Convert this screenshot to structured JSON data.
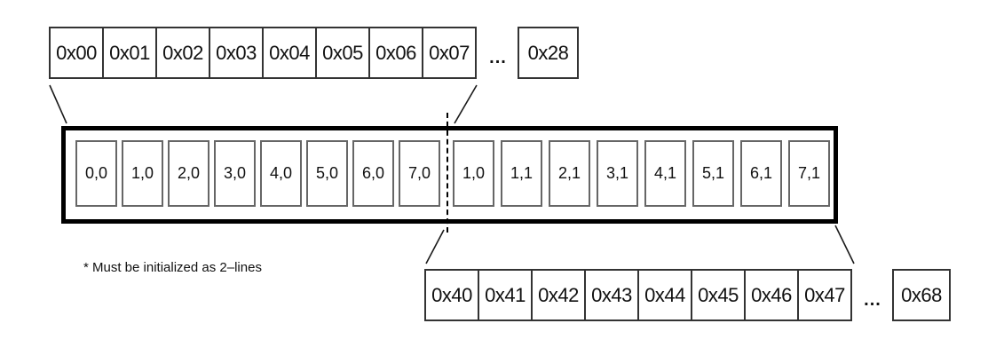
{
  "memory_row_top": {
    "cells": [
      "0x00",
      "0x01",
      "0x02",
      "0x03",
      "0x04",
      "0x05",
      "0x06",
      "0x07"
    ],
    "ellipsis": "...",
    "extra": "0x28"
  },
  "cache": {
    "cells_left": [
      "0,0",
      "1,0",
      "2,0",
      "3,0",
      "4,0",
      "5,0",
      "6,0",
      "7,0"
    ],
    "cells_right": [
      "1,0",
      "1,1",
      "2,1",
      "3,1",
      "4,1",
      "5,1",
      "6,1",
      "7,1"
    ]
  },
  "memory_row_bottom": {
    "cells": [
      "0x40",
      "0x41",
      "0x42",
      "0x43",
      "0x44",
      "0x45",
      "0x46",
      "0x47"
    ],
    "ellipsis": "...",
    "extra": "0x68"
  },
  "footnote": "* Must be initialized as 2–lines",
  "colors": {
    "frame_border": "#000000",
    "cell_border": "#666666",
    "addr_border": "#333333",
    "background": "#ffffff"
  }
}
